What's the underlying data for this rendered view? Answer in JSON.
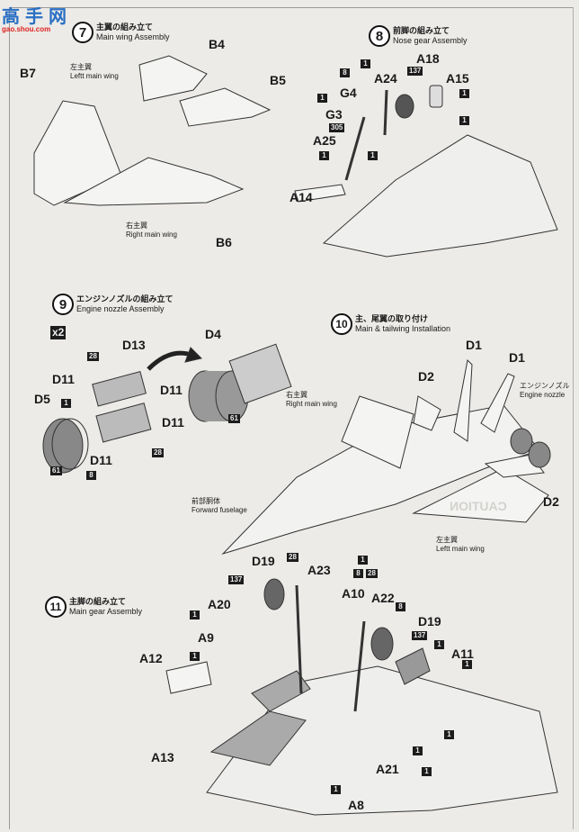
{
  "watermark": {
    "logo": "高手网",
    "url": "gao.shou.com"
  },
  "steps": {
    "s7": {
      "number": "7",
      "jp": "主翼の組み立て",
      "en": "Main wing Assembly"
    },
    "s8": {
      "number": "8",
      "jp": "前脚の組み立て",
      "en": "Nose gear Assembly"
    },
    "s9": {
      "number": "9",
      "jp": "エンジンノズルの組み立て",
      "en": "Engine nozzle Assembly",
      "multiplier": "x2"
    },
    "s10": {
      "number": "10",
      "jp": "主、尾翼の取り付け",
      "en": "Main & tailwing Installation"
    },
    "s11": {
      "number": "11",
      "jp": "主脚の組み立て",
      "en": "Main gear Assembly"
    }
  },
  "notes": {
    "left_wing_jp": "左主翼",
    "left_wing_en": "Leftt main wing",
    "right_wing_jp": "右主翼",
    "right_wing_en": "Right main wing",
    "nozzle_jp": "エンジンノズル",
    "nozzle_en": "Engine nozzle",
    "fuselage_jp": "前部胴体",
    "fuselage_en": "Forward fuselage"
  },
  "ghost_text": "CAUTION",
  "parts": {
    "s7": [
      "B4",
      "B7",
      "B5",
      "B6"
    ],
    "s8": [
      "A18",
      "A24",
      "A15",
      "G4",
      "G3",
      "A25",
      "A14"
    ],
    "s9": [
      "D13",
      "D4",
      "D11",
      "D11",
      "D5",
      "D11",
      "D11"
    ],
    "s10": [
      "D1",
      "D1",
      "D2",
      "D2"
    ],
    "s11": [
      "D19",
      "A23",
      "A10",
      "A22",
      "D19",
      "A20",
      "A11",
      "A9",
      "A12",
      "A13",
      "A21",
      "A8"
    ]
  },
  "paint_codes": {
    "s8": [
      "1",
      "8",
      "137",
      "1",
      "1",
      "1",
      "305",
      "1",
      "1"
    ],
    "s9": [
      "28",
      "1",
      "28",
      "61",
      "8",
      "61"
    ],
    "s11": [
      "137",
      "28",
      "1",
      "8",
      "28",
      "8",
      "137",
      "1",
      "1",
      "1",
      "1",
      "1",
      "1",
      "1",
      "1"
    ]
  }
}
